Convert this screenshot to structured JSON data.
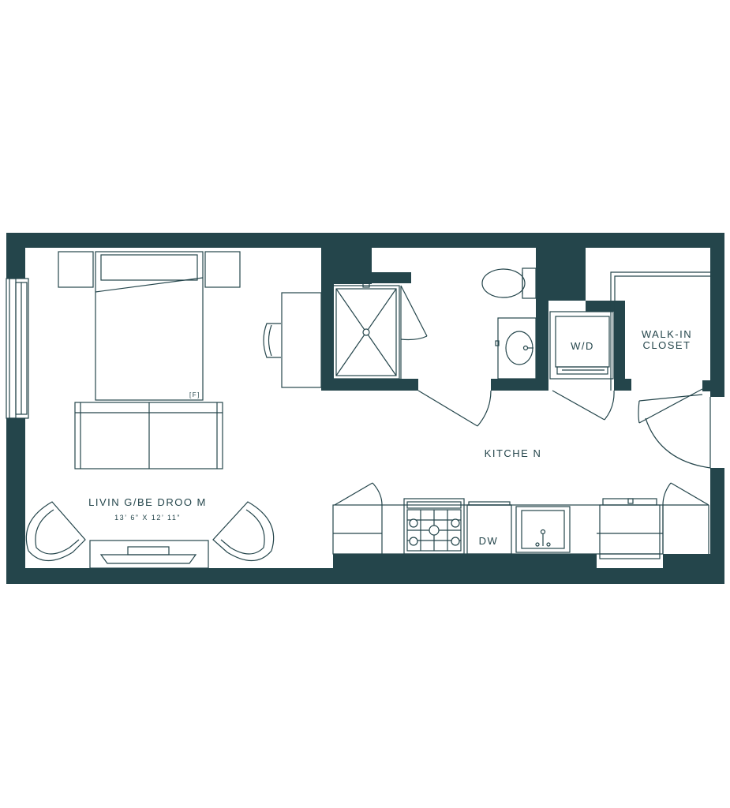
{
  "rooms": {
    "living": {
      "name": "LIVIN G/BE DROO  M",
      "dimensions": "13’ 6” X  12’ 11”"
    },
    "kitchen": {
      "name": "KITCHE N"
    },
    "closet": {
      "name_line1": "WALK-IN",
      "name_line2": "CLOSET"
    },
    "laundry": {
      "name": "W/D"
    },
    "dishwasher": {
      "name": "DW"
    },
    "bed_tag": {
      "name": "[F]"
    }
  },
  "colors": {
    "wall": "#24454b",
    "background": "#ffffff"
  }
}
